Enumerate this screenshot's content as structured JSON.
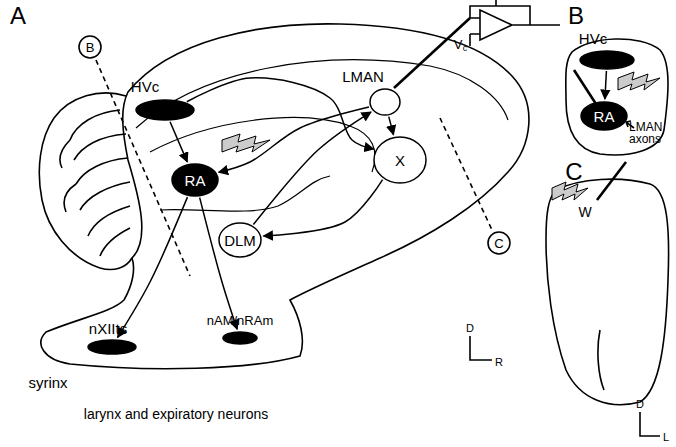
{
  "diagram": {
    "nodes": [
      {
        "text": [
          "HVc"
        ]
      },
      {
        "text": [
          "RA"
        ]
      },
      {
        "text": [
          "LMAN"
        ]
      },
      {
        "text": [
          "X"
        ]
      },
      {
        "text": [
          "DLM"
        ]
      },
      {
        "text": [
          "nXIIts"
        ]
      },
      {
        "text": [
          "nAM/nRAm"
        ]
      },
      {
        "text": [
          "HVc"
        ]
      },
      {
        "text": [
          "RA"
        ]
      }
    ],
    "edges": [
      {
        "from": 0,
        "to": 1,
        "arrow": "to"
      },
      {
        "from": 0,
        "to": 3,
        "arrow": "to"
      },
      {
        "from": 2,
        "to": 3,
        "arrow": "to"
      },
      {
        "from": 3,
        "to": 4,
        "arrow": "to"
      },
      {
        "from": 4,
        "to": 2,
        "arrow": "to"
      },
      {
        "from": 2,
        "to": 1,
        "arrow": "to"
      },
      {
        "from": 1,
        "to": 5,
        "arrow": "to"
      },
      {
        "from": 1,
        "to": 6,
        "arrow": "to"
      },
      {
        "from": 7,
        "to": 8,
        "arrow": "to"
      }
    ],
    "labels": [
      "A",
      "B",
      "C",
      "B",
      "C",
      "V",
      "c",
      "syrinx",
      "larynx and expiratory neurons",
      "D",
      "R",
      "LMAN axons",
      "W",
      "D",
      "L"
    ]
  }
}
